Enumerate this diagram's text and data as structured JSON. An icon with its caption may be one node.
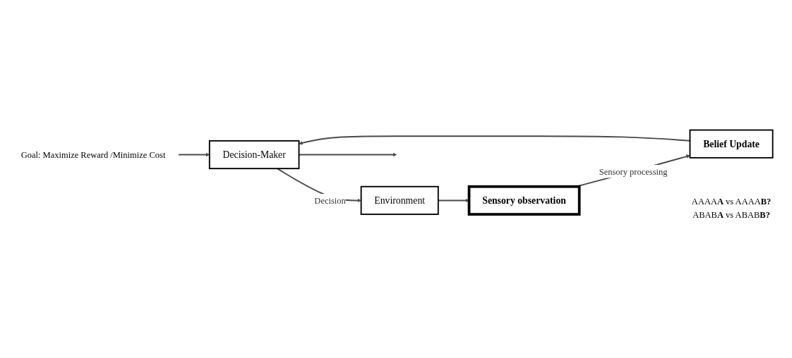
{
  "diagram": {
    "nodes": [
      {
        "text": [
          "Goal: Maximize Reward /Minimize Cost"
        ]
      },
      {
        "text": [
          "Decision-Maker"
        ]
      },
      {
        "text": [
          "Environment"
        ]
      },
      {
        "text": [
          "Belief Update"
        ]
      },
      {
        "text": [
          "Sensory observation"
        ],
        "beside": [
          "AAAA**A** vs AAAA**B?**",
          "ABAB**A** vs ABAB**B?**"
        ]
      }
    ],
    "edges": [
      {
        "from": 0,
        "to": 1,
        "arrow": "to"
      },
      {
        "from": 1,
        "to": 2,
        "label": "Decision",
        "arrow": "to"
      },
      {
        "from": 2,
        "to": 4,
        "arrow": "to"
      },
      {
        "from": 4,
        "to": 3,
        "label": "Sensory processing",
        "arrow": "to"
      },
      {
        "from": 3,
        "to": 1,
        "arrow": "to"
      },
      {
        "from": 1,
        "to": null,
        "arrow": "to"
      }
    ]
  }
}
